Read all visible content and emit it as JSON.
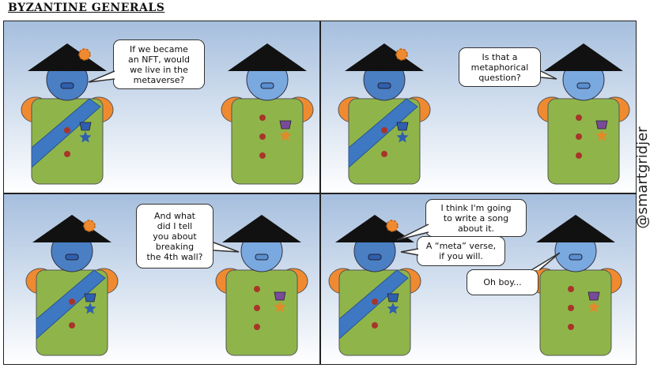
{
  "header": {
    "title": "BYZANTINE GENERALS"
  },
  "credit": {
    "handle": "@smartgridjer"
  },
  "colors": {
    "hat": "#111111",
    "face": "#4a7fc4",
    "face_light": "#7aa9e0",
    "body": "#8fb54a",
    "shoulder": "#f08a30",
    "sash": "#3e78c2",
    "button": "#a8352a",
    "medal_ribbon": "#7a4a9a",
    "medal_star_blue": "#2f5fae",
    "medal_star_orange": "#e08a2a",
    "sky_top": "#a6bfde",
    "sky_bottom": "#ffffff"
  },
  "panels": [
    {
      "bubbles": [
        {
          "text": "If we became\nan NFT, would\nwe live in the\nmetaverse?",
          "speaker": "left"
        }
      ]
    },
    {
      "bubbles": [
        {
          "text": "Is that a\nmetaphorical\nquestion?",
          "speaker": "right"
        }
      ]
    },
    {
      "bubbles": [
        {
          "text": "And what\ndid I tell\nyou about\nbreaking\nthe 4th wall?",
          "speaker": "right"
        }
      ]
    },
    {
      "bubbles": [
        {
          "text": "I think I'm going\nto write a song\nabout it.",
          "speaker": "left"
        },
        {
          "text": "A “meta” verse,\nif you will.",
          "speaker": "left"
        },
        {
          "text": "Oh boy...",
          "speaker": "right"
        }
      ]
    }
  ]
}
